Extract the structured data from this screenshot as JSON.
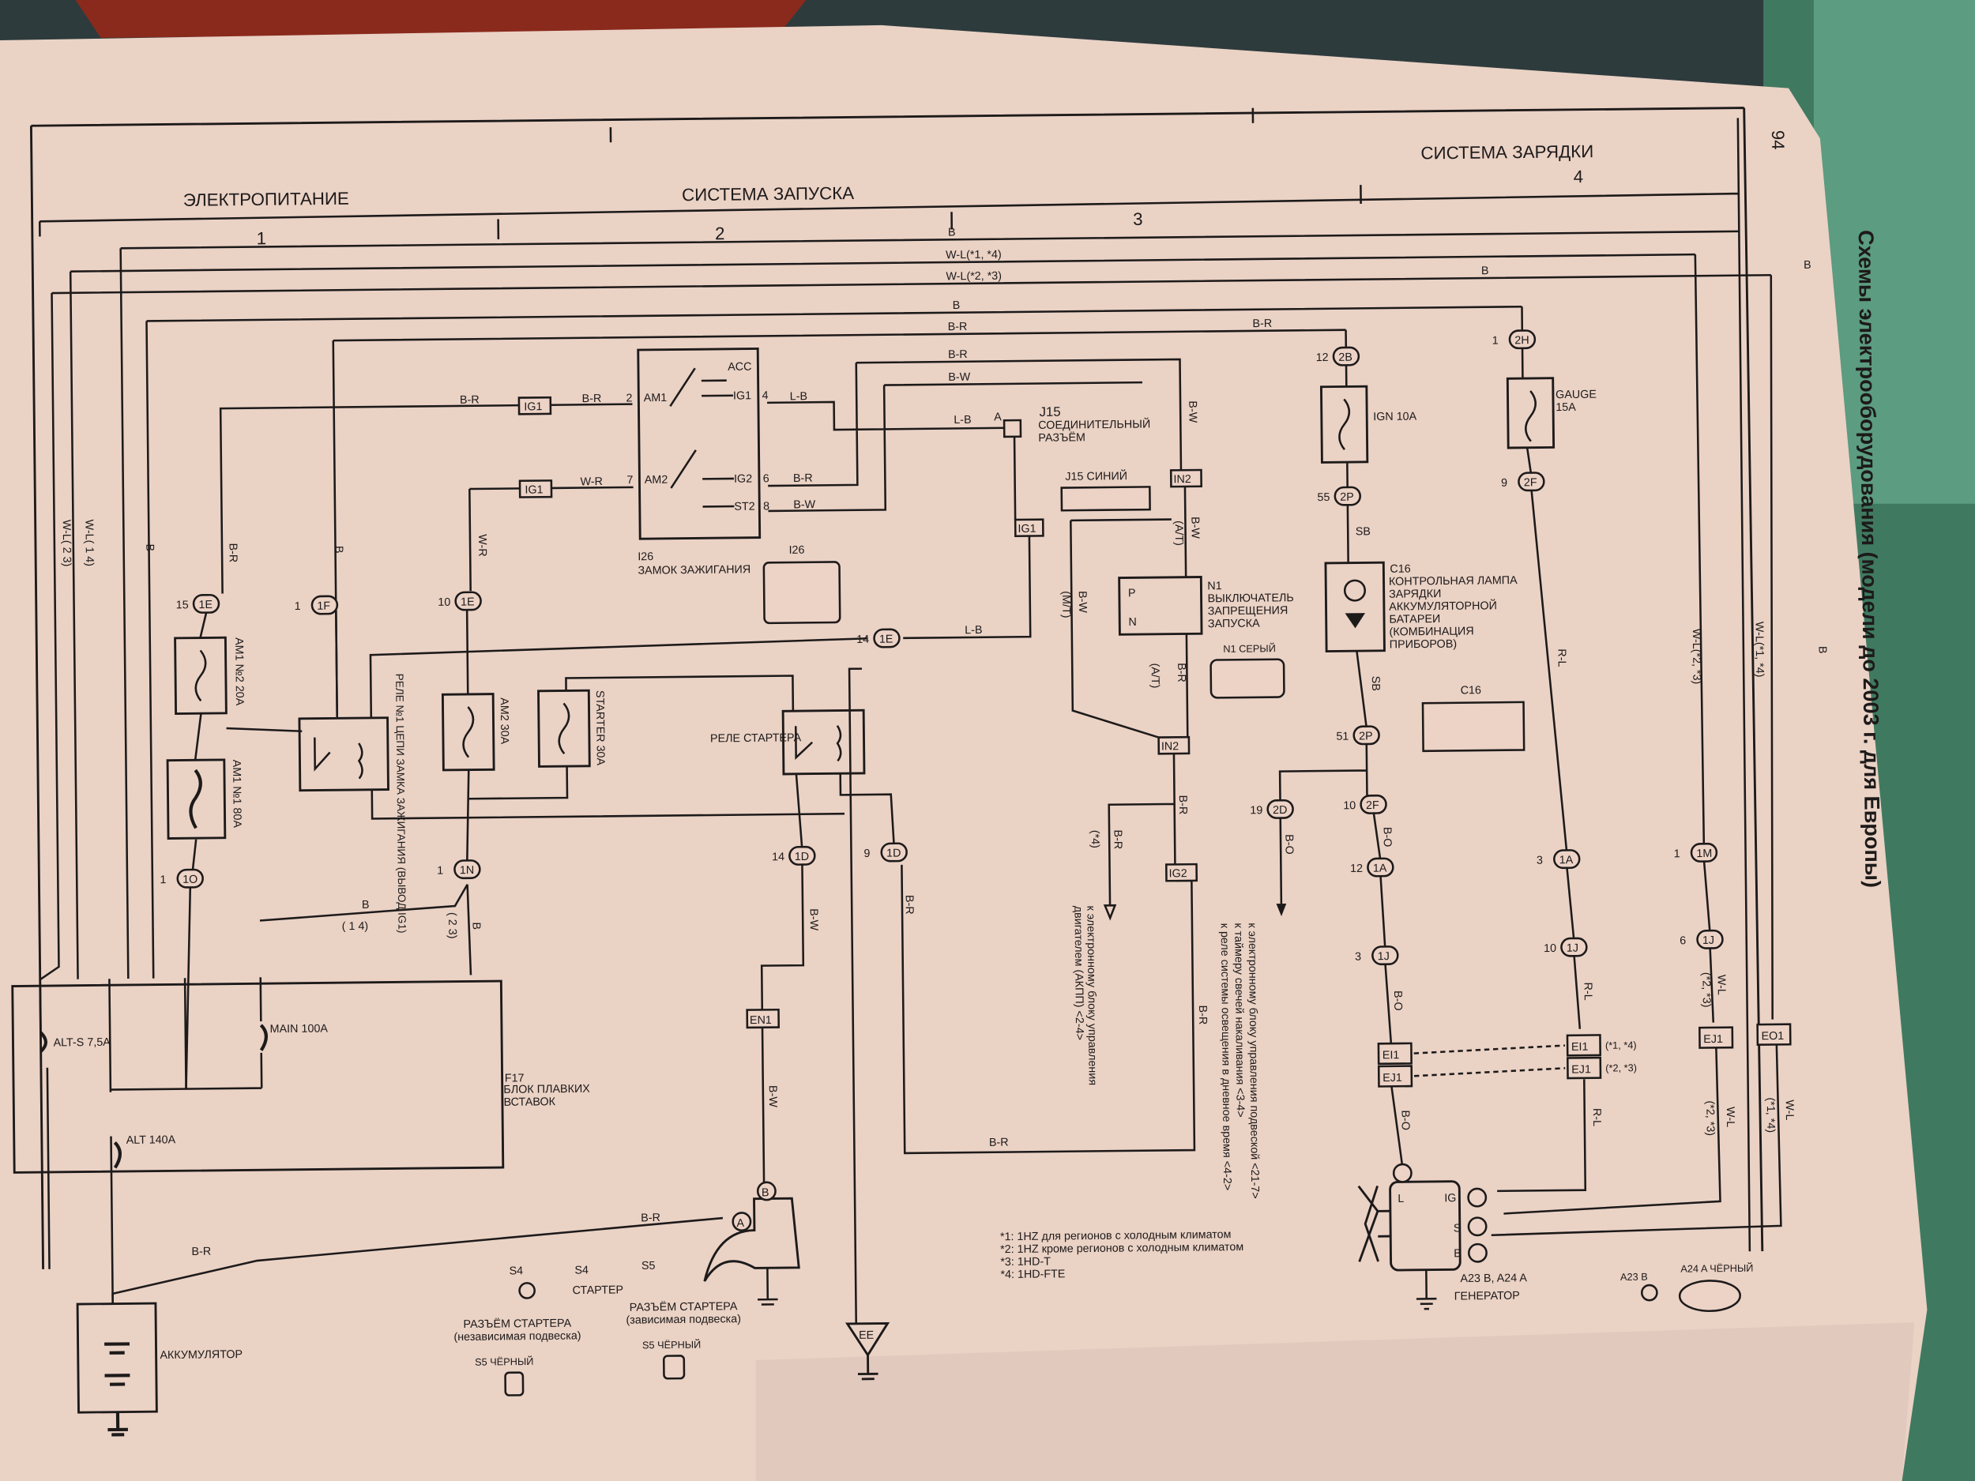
{
  "page_number": "94",
  "side_title": "Схемы электрооборудования (модели до 2003 г. для Европы)",
  "sections": [
    "ЭЛЕКТРОПИТАНИЕ",
    "СИСТЕМА ЗАПУСКА",
    "СИСТЕМА ЗАРЯДКИ"
  ],
  "columns": [
    "1",
    "2",
    "3",
    "4"
  ],
  "wire_colors": {
    "b": "B",
    "br": "B-R",
    "bw": "B-W",
    "lb": "L-B",
    "wr": "W-R",
    "bo": "B-O",
    "sb": "SB",
    "rl": "R-L",
    "wl": "W-L",
    "wl14": "W-L(*1, *4)",
    "wl23": "W-L(*2, *3)",
    "wl14v": "W-L( 1  4)",
    "wl23v": "W-L( 2  3)",
    "wl14p": "(*1, *4)",
    "wl23p": "(*2, *3)",
    "p14": "( 1  4)",
    "p23": "( 2  3)",
    "p4": "(*4)",
    "at": "(A/T)",
    "mt": "(M/T)"
  },
  "ignition_switch": {
    "id": "I26",
    "name": "ЗАМОК ЗАЖИГАНИЯ",
    "terminals": [
      "AM1",
      "AM2",
      "ACC",
      "IG1",
      "IG2",
      "ST2"
    ],
    "pins": [
      "2",
      "7",
      "4",
      "6",
      "8"
    ]
  },
  "connectors": {
    "ig1": "IG1",
    "ig2": "IG2",
    "in2": "IN2",
    "en1": "EN1",
    "ei1": "EI1",
    "ej1": "EJ1",
    "eo1": "EO1",
    "j15_id": "J15",
    "j15_name": "СОЕДИНИТЕЛЬНЫЙ РАЗЪЁМ",
    "j15_color": "J15 СИНИЙ",
    "a": "A",
    "i26_pic": "I26",
    "ovals": [
      {
        "pin": "15",
        "id": "1E"
      },
      {
        "pin": "1",
        "id": "1F"
      },
      {
        "pin": "10",
        "id": "1E"
      },
      {
        "pin": "1",
        "id": "1O"
      },
      {
        "pin": "1",
        "id": "1N"
      },
      {
        "pin": "14",
        "id": "1D"
      },
      {
        "pin": "9",
        "id": "1D"
      },
      {
        "pin": "14",
        "id": "1E"
      },
      {
        "pin": "12",
        "id": "2B"
      },
      {
        "pin": "55",
        "id": "2P"
      },
      {
        "pin": "1",
        "id": "2H"
      },
      {
        "pin": "9",
        "id": "2F"
      },
      {
        "pin": "51",
        "id": "2P"
      },
      {
        "pin": "10",
        "id": "2F"
      },
      {
        "pin": "12",
        "id": "1A"
      },
      {
        "pin": "3",
        "id": "1J"
      },
      {
        "pin": "19",
        "id": "2D"
      },
      {
        "pin": "3",
        "id": "1A"
      },
      {
        "pin": "10",
        "id": "1J"
      },
      {
        "pin": "1",
        "id": "1M"
      },
      {
        "pin": "6",
        "id": "1J"
      }
    ]
  },
  "neutral_switch": {
    "id": "N1",
    "name": "ВЫКЛЮЧАТЕЛЬ ЗАПРЕЩЕНИЯ ЗАПУСКА",
    "color": "N1 СЕРЫЙ",
    "positions": [
      "P",
      "N"
    ]
  },
  "charge_lamp": {
    "id": "C16",
    "name": "КОНТРОЛЬНАЯ ЛАМПА ЗАРЯДКИ АККУМУЛЯТОРНОЙ БАТАРЕИ (КОМБИНАЦИЯ ПРИБОРОВ)"
  },
  "fuses": {
    "ign": "IGN 10A",
    "gauge": "GAUGE 15A",
    "am1_2": "AM1 №2 20A",
    "am1_1": "AM1 №1 80A",
    "am2": "AM2 30A",
    "starter": "STARTER 30A",
    "alt_s": "ALT-S 7,5A",
    "main": "MAIN 100A",
    "alt": "ALT 140A"
  },
  "relays": {
    "ig_relay": "РЕЛЕ №1 ЦЕПИ ЗАМКА ЗАЖИГАНИЯ (ВЫВОД IG1)",
    "starter_relay": "РЕЛЕ СТАРТЕРА"
  },
  "fuse_block": {
    "id": "F17",
    "name": "БЛОК ПЛАВКИХ ВСТАВОК"
  },
  "battery": "АККУМУЛЯТОР",
  "starter": {
    "name": "СТАРТЕР",
    "s4": "S4",
    "s5": "S5",
    "a": "A",
    "b": "B",
    "conn1": "РАЗЪЁМ СТАРТЕРА (независимая подвеска)",
    "conn1_color": "S5 ЧЁРНЫЙ",
    "conn2": "РАЗЪЁМ СТАРТЕРА (зависимая подвеска)",
    "conn2_color": "S5 ЧЁРНЫЙ"
  },
  "ground_ee": "EE",
  "generator": {
    "name": "ГЕНЕРАТОР",
    "terminals": [
      "L",
      "IG",
      "S",
      "B"
    ],
    "refs": "A23 B, A24 A",
    "a23": "A23 B",
    "a24": "A24 A ЧЁРНЫЙ"
  },
  "destinations": {
    "ecu": "к электронному блоку управления двигателем (АКПП) <2-4>",
    "ecu_susp": "к электронному блоку управления подвеской <21-7>",
    "glow": "к таймеру свечей накаливания <3-4>",
    "drl": "к реле системы освещения в дневное время <4-2>"
  },
  "footnotes": [
    "*1: 1HZ для регионов с холодным климатом",
    "*2: 1HZ кроме регионов с холодным климатом",
    "*3: 1HD-T",
    "*4: 1HD-FTE"
  ]
}
